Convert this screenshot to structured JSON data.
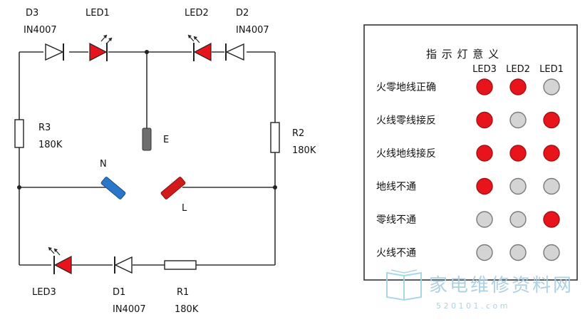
{
  "components": {
    "d3": {
      "name": "D3",
      "part": "IN4007"
    },
    "led1": {
      "name": "LED1"
    },
    "led2": {
      "name": "LED2"
    },
    "d2": {
      "name": "D2",
      "part": "IN4007"
    },
    "r3": {
      "name": "R3",
      "value": "180K"
    },
    "r2": {
      "name": "R2",
      "value": "180K"
    },
    "e": {
      "name": "E"
    },
    "n": {
      "name": "N"
    },
    "l": {
      "name": "L"
    },
    "led3": {
      "name": "LED3"
    },
    "d1": {
      "name": "D1",
      "part": "IN4007"
    },
    "r1": {
      "name": "R1",
      "value": "180K"
    }
  },
  "table": {
    "title": "指 示 灯 意 义",
    "columns": [
      "LED3",
      "LED2",
      "LED1"
    ],
    "rows": [
      {
        "label": "火零地线正确",
        "states": [
          true,
          true,
          false
        ]
      },
      {
        "label": "火线零线接反",
        "states": [
          true,
          false,
          true
        ]
      },
      {
        "label": "火线地线接反",
        "states": [
          true,
          true,
          true
        ]
      },
      {
        "label": "地线不通",
        "states": [
          true,
          false,
          false
        ]
      },
      {
        "label": "零线不通",
        "states": [
          false,
          false,
          true
        ]
      },
      {
        "label": "火线不通",
        "states": [
          false,
          false,
          false
        ]
      }
    ]
  },
  "watermark": {
    "brand": "家电维修资料网",
    "site": "5 2 0 1 0 1 . c o m"
  },
  "colors": {
    "led_on": "#e8141c",
    "led_off": "#d4d4d4",
    "n_probe": "#2a77c9",
    "l_probe": "#d11a1a",
    "e_probe": "#6e6e6e",
    "wire": "#333333"
  }
}
